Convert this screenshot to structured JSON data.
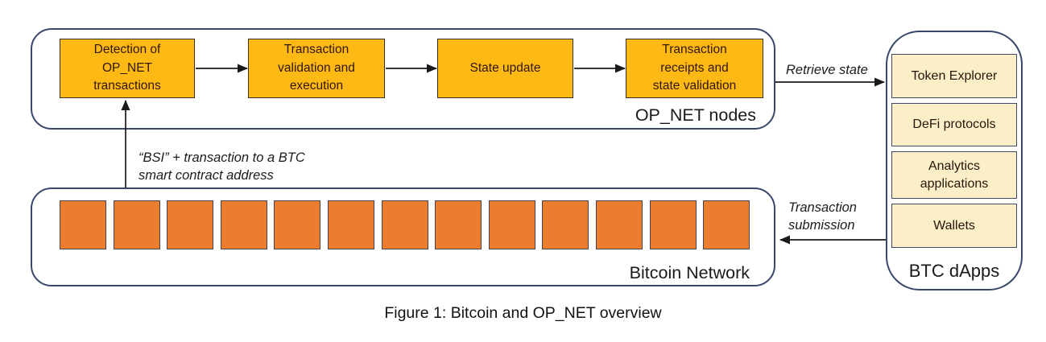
{
  "caption": "Figure 1: Bitcoin and OP_NET overview",
  "colors": {
    "gold": "#ffb915",
    "gold_border": "#35301f",
    "step_text": "#2f1608",
    "orange": "#ec7d2e",
    "orange_border": "#3f4458",
    "cream": "#fceec6",
    "cream_border": "#3e4a63",
    "container_border": "#38476b",
    "arrow": "#1a1a1a"
  },
  "op_net": {
    "label": "OP_NET nodes",
    "steps": [
      "Detection of\nOP_NET\ntransactions",
      "Transaction\nvalidation and\nexecution",
      "State update",
      "Transaction\nreceipts and\nstate validation"
    ]
  },
  "bitcoin": {
    "label": "Bitcoin Network",
    "block_count": 13
  },
  "dapps": {
    "label": "BTC dApps",
    "items": [
      "Token Explorer",
      "DeFi protocols",
      "Analytics\napplications",
      "Wallets"
    ]
  },
  "annotations": {
    "retrieve_state": "Retrieve state",
    "transaction_submission": "Transaction\nsubmission",
    "bsi": "“BSI” + transaction to a BTC\nsmart contract address"
  }
}
